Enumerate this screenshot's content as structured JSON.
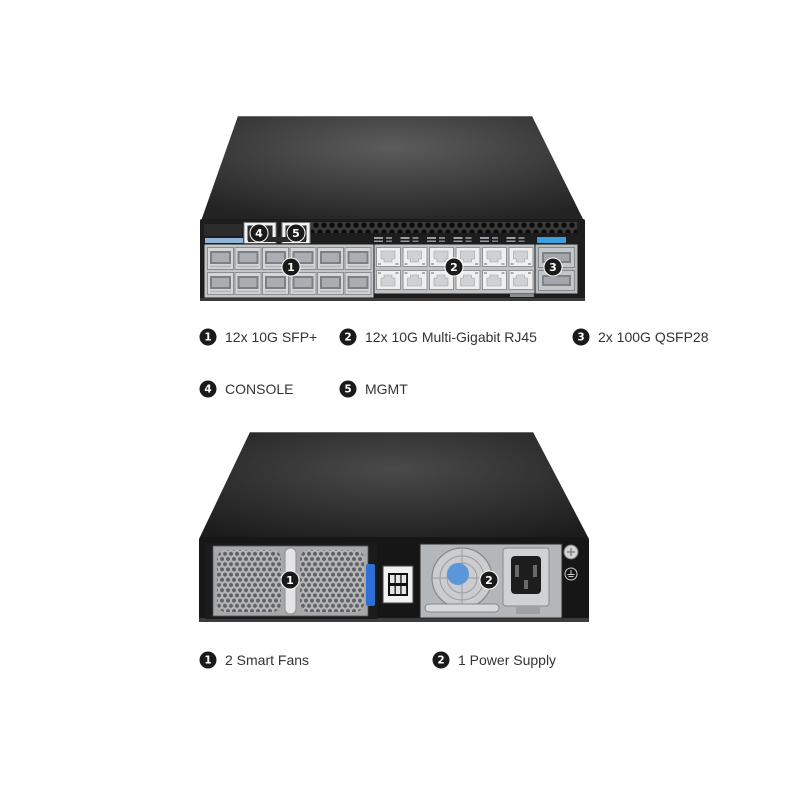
{
  "front_view": {
    "legend": [
      {
        "number": "1",
        "label": "12x 10G SFP+"
      },
      {
        "number": "2",
        "label": "12x 10G Multi-Gigabit RJ45"
      },
      {
        "number": "3",
        "label": "2x 100G QSFP28"
      },
      {
        "number": "4",
        "label": "CONSOLE"
      },
      {
        "number": "5",
        "label": "MGMT"
      }
    ]
  },
  "rear_view": {
    "legend": [
      {
        "number": "1",
        "label": "2 Smart Fans"
      },
      {
        "number": "2",
        "label": "1 Power Supply"
      }
    ]
  },
  "colors": {
    "callout_fill": "#1a1a1a",
    "callout_text": "#ffffff",
    "chassis": "#1c1c1c",
    "label_text": "#333333",
    "latch_blue": "#2f6fd6"
  }
}
